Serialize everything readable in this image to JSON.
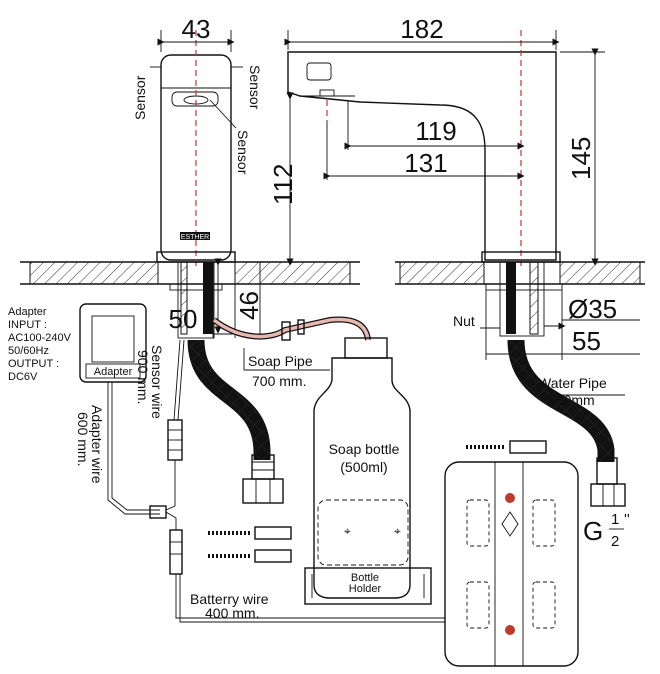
{
  "dimensions": {
    "top_width": "43",
    "spout_length": "182",
    "reach_inner": "119",
    "reach_outer": "131",
    "height_total": "145",
    "height_spout": "112",
    "hole_depth_a": "50",
    "hole_depth_b": "46",
    "hole_diameter": "Ø35",
    "nut_span": "55"
  },
  "labels": {
    "sensor_left": "Sensor",
    "sensor_right": "Sensor",
    "sensor_front": "Sensor",
    "brand": "ESTHER",
    "nut": "Nut",
    "adapter_title": "Adapter",
    "adapter_input": "INPUT :",
    "adapter_input_value": "AC100-240V",
    "adapter_freq": "50/60Hz",
    "adapter_output": "OUTPUT :",
    "adapter_output_value": "DC6V",
    "adapter_box": "Adapter",
    "sensor_wire": "Sensor wire",
    "sensor_wire_length": "900 mm.",
    "adapter_wire": "Adapter wire",
    "adapter_wire_length": "600 mm.",
    "soap_pipe": "Soap Pipe",
    "soap_pipe_length": "700 mm.",
    "soap_bottle": "Soap bottle",
    "soap_bottle_volume": "(500ml)",
    "bottle_holder_1": "Bottle",
    "bottle_holder_2": "Holder",
    "water_pipe": "Water Pipe",
    "water_pipe_length": "600mm",
    "battery_wire": "Batterry wire",
    "battery_wire_length": "400 mm.",
    "thread_g": "G",
    "thread_num": "1",
    "thread_den": "2",
    "thread_mark": "''"
  }
}
